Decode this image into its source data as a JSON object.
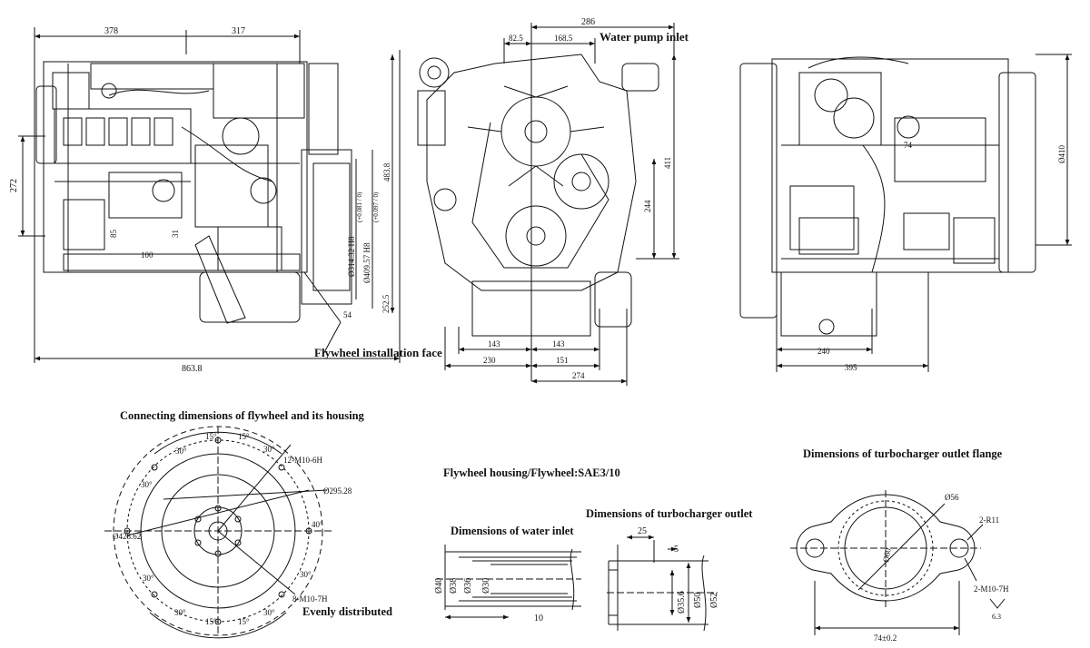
{
  "views": {
    "left": {
      "dims": {
        "top_a": "378",
        "top_b": "317",
        "side_height": "272",
        "overall_length": "863.8",
        "height_483": "483.8",
        "bore_1": "Ø314.32 H8",
        "tol_1": "(+0.081 / 0)",
        "bore_2": "Ø409.57 H8",
        "tol_2": "(+0.097 / 0)",
        "d_252": "252.5",
        "d_54": "54",
        "d_100": "100",
        "d_85": "85",
        "d_31": "31"
      },
      "flywheel_face": "Flywheel installation face"
    },
    "front": {
      "dims": {
        "top_286": "286",
        "d_82": "82.5",
        "d_168": "168.5",
        "d_411": "411",
        "d_244": "244",
        "d_143a": "143",
        "d_143b": "143",
        "d_230": "230",
        "d_151": "151",
        "d_274": "274"
      },
      "water_pump_inlet": "Water pump inlet"
    },
    "right": {
      "dims": {
        "d_410": "Ø410",
        "d_74": "74",
        "d_240": "240",
        "d_395": "395"
      }
    }
  },
  "flywheel": {
    "title": "Connecting dimensions of flywheel and its housing",
    "angles": [
      "30°",
      "15°",
      "15°",
      "30°",
      "30°",
      "40°",
      "30°",
      "30°",
      "30°",
      "15°",
      "15°",
      "30°"
    ],
    "bolts_12": "12-M10-6H",
    "dia_295": "Ø295.28",
    "dia_428": "Ø428.62",
    "bolts_8": "8-M10-7H",
    "evenly": "Evenly distributed"
  },
  "sae": {
    "title": "Flywheel housing/Flywheel:SAE3/10"
  },
  "water_inlet": {
    "title": "Dimensions of water inlet",
    "dims": [
      "Ø40",
      "Ø38",
      "Ø36",
      "Ø30"
    ],
    "len": "10"
  },
  "turbo_outlet": {
    "title": "Dimensions of turbocharger outlet",
    "dims": [
      "25",
      "5",
      "Ø35.6",
      "Ø50",
      "Ø52"
    ]
  },
  "flange": {
    "title": "Dimensions of turbocharger outlet flange",
    "d56": "Ø56",
    "d60": "Ø60",
    "r11": "2-R11",
    "m10": "2-M10-7H",
    "rough": "6.3",
    "width": "74±0.2"
  },
  "colors": {
    "ink": "#111111",
    "paper": "#ffffff"
  }
}
